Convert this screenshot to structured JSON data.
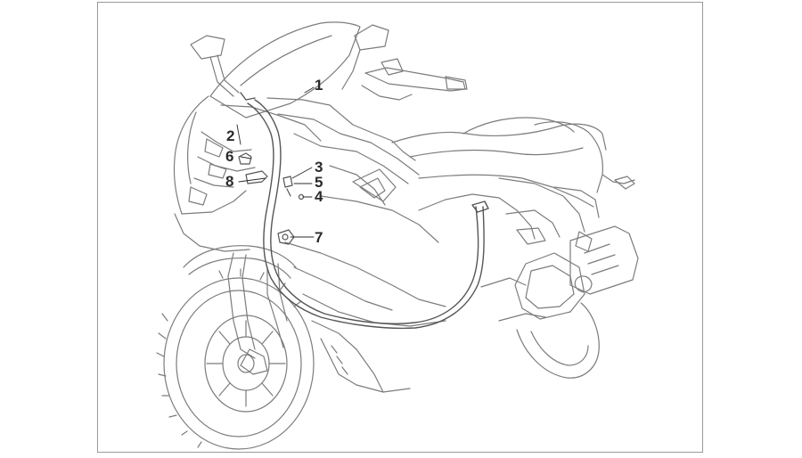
{
  "diagram": {
    "line_color": "#7c7c7c",
    "harness_color": "#555555",
    "label_color": "#2b2b2b",
    "callouts": [
      {
        "id": "1",
        "text": "1"
      },
      {
        "id": "2",
        "text": "2"
      },
      {
        "id": "3",
        "text": "3"
      },
      {
        "id": "4",
        "text": "4"
      },
      {
        "id": "5",
        "text": "5"
      },
      {
        "id": "6",
        "text": "6"
      },
      {
        "id": "7",
        "text": "7"
      },
      {
        "id": "8",
        "text": "8"
      }
    ]
  }
}
